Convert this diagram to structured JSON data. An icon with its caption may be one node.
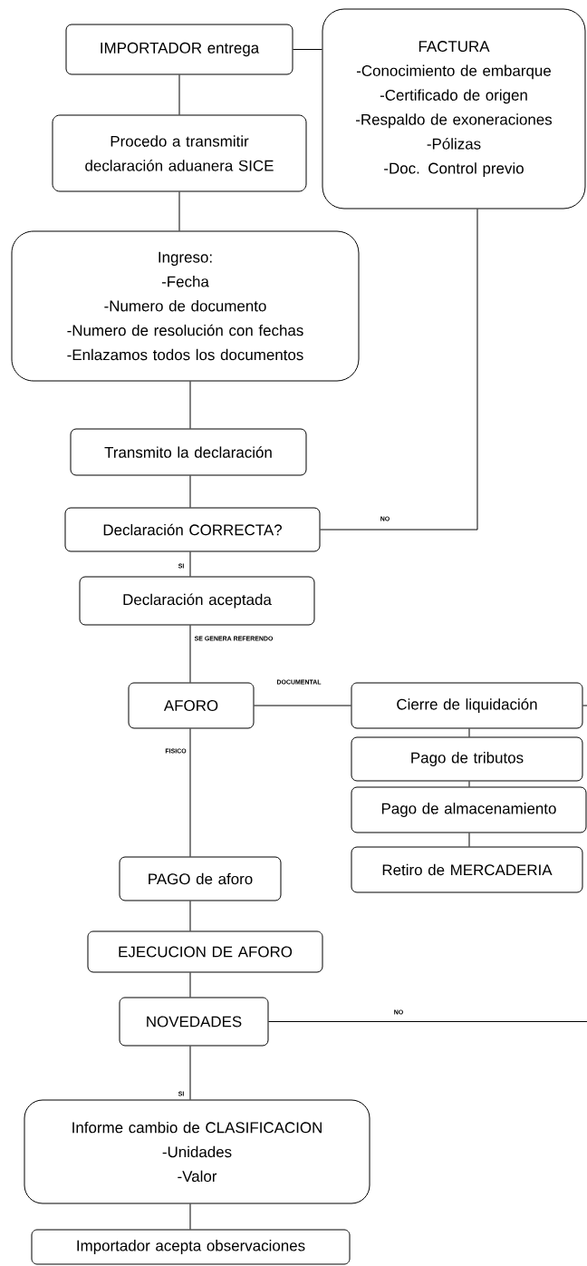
{
  "diagram": {
    "nodes": [
      {
        "text": [
          "IMPORTADOR entrega"
        ]
      },
      {
        "text": [
          "FACTURA",
          "-Conocimiento de embarque",
          "-Certificado de origen",
          "-Respaldo de exoneraciones",
          "-Pólizas",
          "-Doc. Control previo"
        ]
      },
      {
        "text": [
          "Procedo a transmitir declaración aduanera SICE"
        ]
      },
      {
        "text": [
          "Ingreso:",
          "-Fecha",
          "-Numero de documento",
          "-Numero de resolución con fechas",
          "-Enlazamos todos los documentos"
        ]
      },
      {
        "text": [
          "Transmito la declaración"
        ]
      },
      {
        "text": [
          "Declaración CORRECTA?"
        ]
      },
      {
        "text": [
          "Declaración aceptada"
        ]
      },
      {
        "text": [
          "AFORO"
        ]
      },
      {
        "text": [
          "Cierre de liquidación"
        ]
      },
      {
        "text": [
          "Pago de tributos"
        ]
      },
      {
        "text": [
          "Pago de almacenamiento"
        ]
      },
      {
        "text": [
          "Retiro de MERCADERIA"
        ]
      },
      {
        "text": [
          "PAGO de aforo"
        ]
      },
      {
        "text": [
          "EJECUCION DE AFORO"
        ]
      },
      {
        "text": [
          "NOVEDADES"
        ]
      },
      {
        "text": [
          "Informe cambio de CLASIFICACION",
          "-Unidades",
          "-Valor"
        ]
      },
      {
        "text": [
          "Importador acepta observaciones"
        ]
      }
    ],
    "edges": [
      {
        "from": 0,
        "to": 1,
        "arrow": "none"
      },
      {
        "from": 0,
        "to": 2,
        "arrow": "none"
      },
      {
        "from": 2,
        "to": 3,
        "arrow": "none"
      },
      {
        "from": 3,
        "to": 4,
        "arrow": "none"
      },
      {
        "from": 4,
        "to": 5,
        "arrow": "none"
      },
      {
        "from": 5,
        "to": 1,
        "arrow": "none",
        "label": "NO"
      },
      {
        "from": 5,
        "to": 6,
        "arrow": "none",
        "label": "SI"
      },
      {
        "from": 6,
        "to": 7,
        "arrow": "none",
        "label": "SE GENERA REFERENDO"
      },
      {
        "from": 7,
        "to": 8,
        "arrow": "none",
        "label": "DOCUMENTAL"
      },
      {
        "from": 8,
        "to": 9,
        "arrow": "none"
      },
      {
        "from": 9,
        "to": 10,
        "arrow": "none"
      },
      {
        "from": 10,
        "to": 11,
        "arrow": "none"
      },
      {
        "from": 7,
        "to": 12,
        "arrow": "none",
        "label": "FISICO"
      },
      {
        "from": 12,
        "to": 13,
        "arrow": "none"
      },
      {
        "from": 13,
        "to": 14,
        "arrow": "none"
      },
      {
        "from": 14,
        "to": null,
        "arrow": "none",
        "label": "NO"
      },
      {
        "from": 14,
        "to": 15,
        "arrow": "none",
        "label": "SI"
      },
      {
        "from": 15,
        "to": 16,
        "arrow": "none"
      },
      {
        "from": 8,
        "to": null,
        "arrow": "none"
      }
    ]
  }
}
